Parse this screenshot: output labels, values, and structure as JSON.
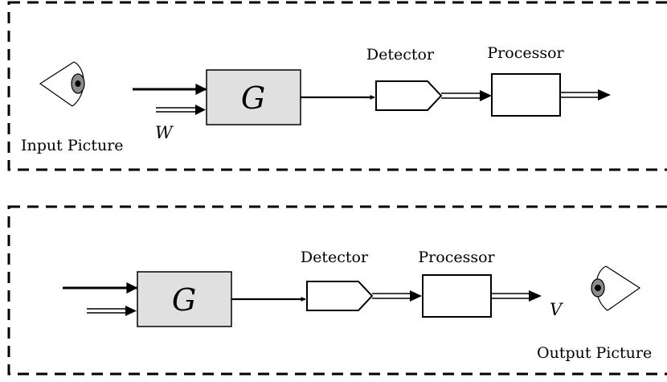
{
  "panel_top": {
    "generator_label": "G",
    "detector_label": "Detector",
    "processor_label": "Processor",
    "noise_label": "W",
    "caption": "Input Picture",
    "eye_icon": "eye-icon"
  },
  "panel_bottom": {
    "generator_label": "G",
    "detector_label": "Detector",
    "processor_label": "Processor",
    "output_label": "V",
    "caption": "Output Picture",
    "eye_icon": "eye-icon"
  },
  "colors": {
    "generator_fill": "#e0e0e0",
    "stroke": "#000000",
    "iris": "#8c8c8c"
  }
}
